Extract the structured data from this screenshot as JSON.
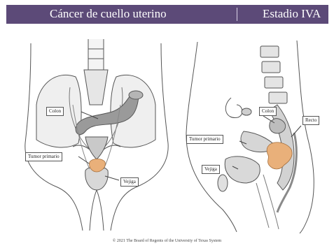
{
  "header": {
    "title": "Cáncer de cuello uterino",
    "stage": "Estadio IVA",
    "background_color": "#5c4a78"
  },
  "frontal_view": {
    "labels": {
      "colon": "Colon",
      "primary_tumor": "Tumor primario",
      "bladder": "Vejiga"
    }
  },
  "sagittal_view": {
    "labels": {
      "colon": "Colon",
      "rectum": "Recto",
      "primary_tumor": "Tumor primario",
      "bladder": "Vejiga"
    }
  },
  "colors": {
    "tumor": "#e9b07a",
    "outline": "#555555",
    "shading": "#8e8e8e"
  },
  "footer": {
    "copyright": "© 2021 The Board of Regents of the University of Texas System"
  }
}
